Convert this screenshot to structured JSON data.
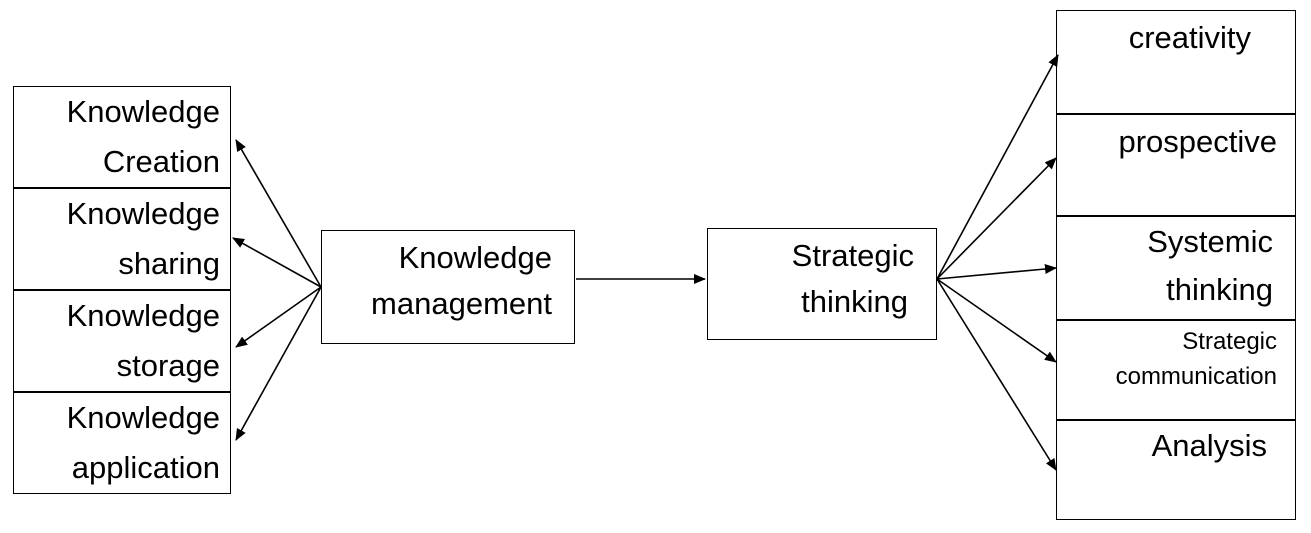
{
  "left_boxes": [
    {
      "line1": "Knowledge",
      "line2": "Creation"
    },
    {
      "line1": "Knowledge",
      "line2": "sharing"
    },
    {
      "line1": "Knowledge",
      "line2": "storage"
    },
    {
      "line1": "Knowledge",
      "line2": "application"
    }
  ],
  "center": {
    "km": {
      "line1": "Knowledge",
      "line2": "management"
    },
    "st": {
      "line1": "Strategic",
      "line2": "thinking"
    }
  },
  "right_boxes": [
    {
      "line1": "creativity",
      "line2": ""
    },
    {
      "line1": "prospective",
      "line2": ""
    },
    {
      "line1": "Systemic",
      "line2": "thinking"
    },
    {
      "line1": "Strategic",
      "line2": "communication"
    },
    {
      "line1": "Analysis",
      "line2": ""
    }
  ],
  "colors": {
    "line": "#000000",
    "box_border": "#000000",
    "background": "#ffffff"
  }
}
